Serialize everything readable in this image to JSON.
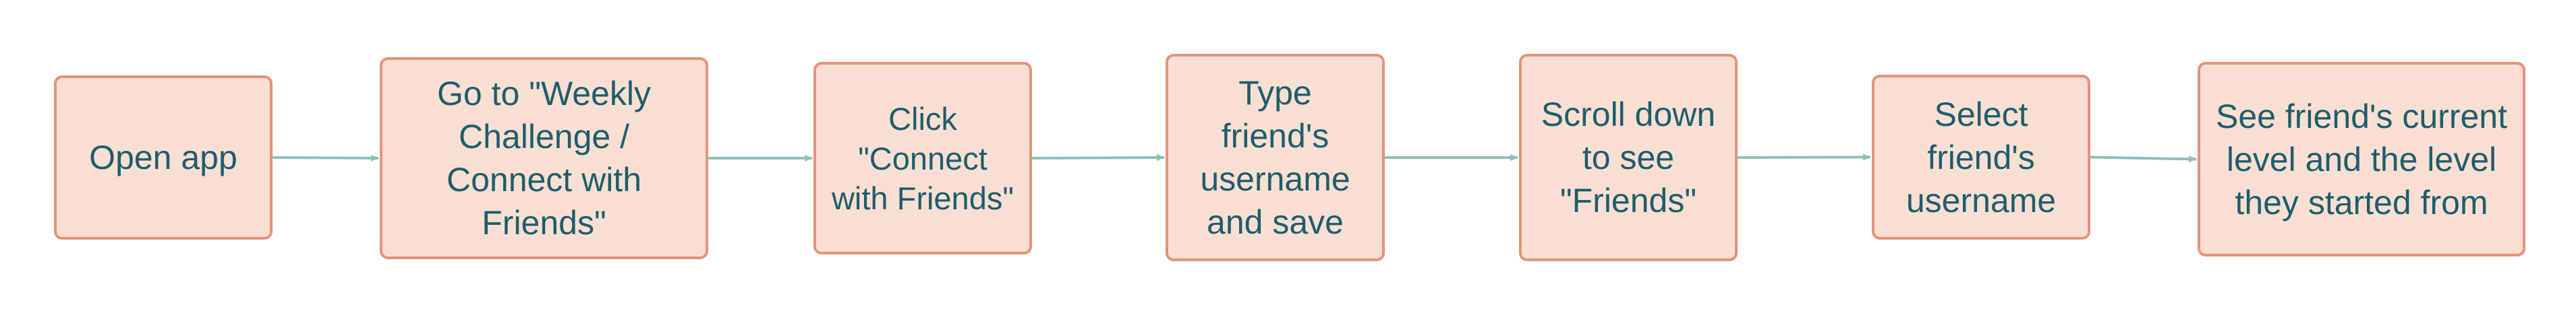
{
  "colors": {
    "node_fill": "#f9dfd3",
    "node_border": "#e3937a",
    "node_text": "#1e5d6b",
    "arrow": "#8fbfbc"
  },
  "flow": {
    "steps": [
      {
        "label": "Open app"
      },
      {
        "label": "Go to \"Weekly Challenge / Connect with Friends\""
      },
      {
        "label": "Click \"Connect with Friends\""
      },
      {
        "label": "Type friend's username and save"
      },
      {
        "label": "Scroll down to see \"Friends\""
      },
      {
        "label": "Select friend's username"
      },
      {
        "label": "See friend's current level and the level they started from"
      }
    ]
  }
}
